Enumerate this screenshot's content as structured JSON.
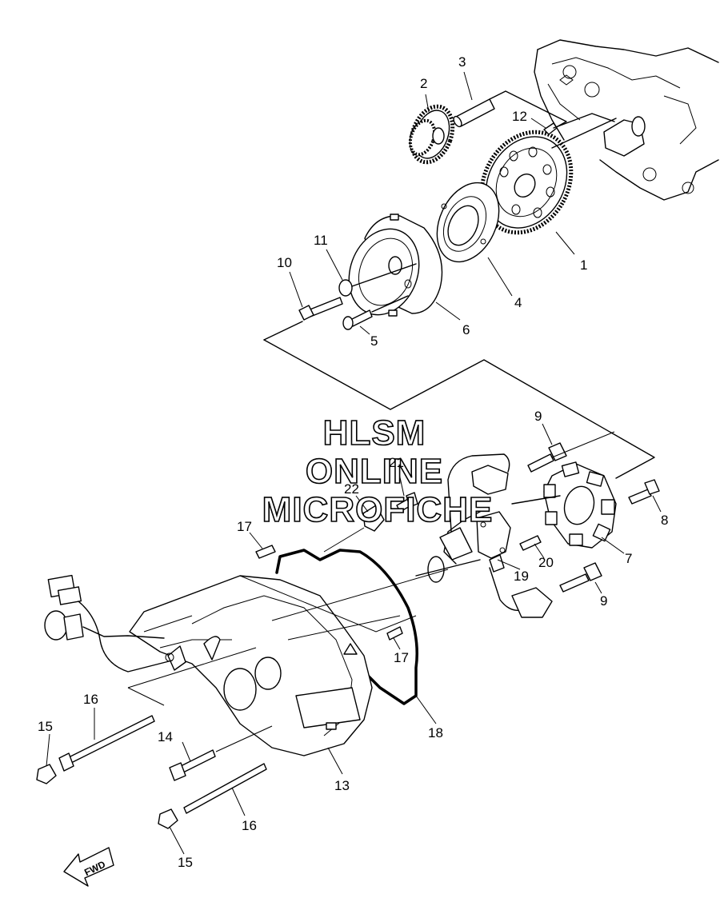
{
  "watermark": {
    "line1": "HLSM",
    "line2": "ONLINE",
    "line3": "MICROFICHE"
  },
  "fwd_label": "FWD",
  "callouts": {
    "p1": "1",
    "p2": "2",
    "p3": "3",
    "p4": "4",
    "p5": "5",
    "p6": "6",
    "p7": "7",
    "p8": "8",
    "p9a": "9",
    "p9b": "9",
    "p10": "10",
    "p11": "11",
    "p12": "12",
    "p13": "13",
    "p14": "14",
    "p15a": "15",
    "p15b": "15",
    "p16a": "16",
    "p16b": "16",
    "p17a": "17",
    "p17b": "17",
    "p18": "18",
    "p19": "19",
    "p20": "20",
    "p21": "21",
    "p22": "22"
  }
}
